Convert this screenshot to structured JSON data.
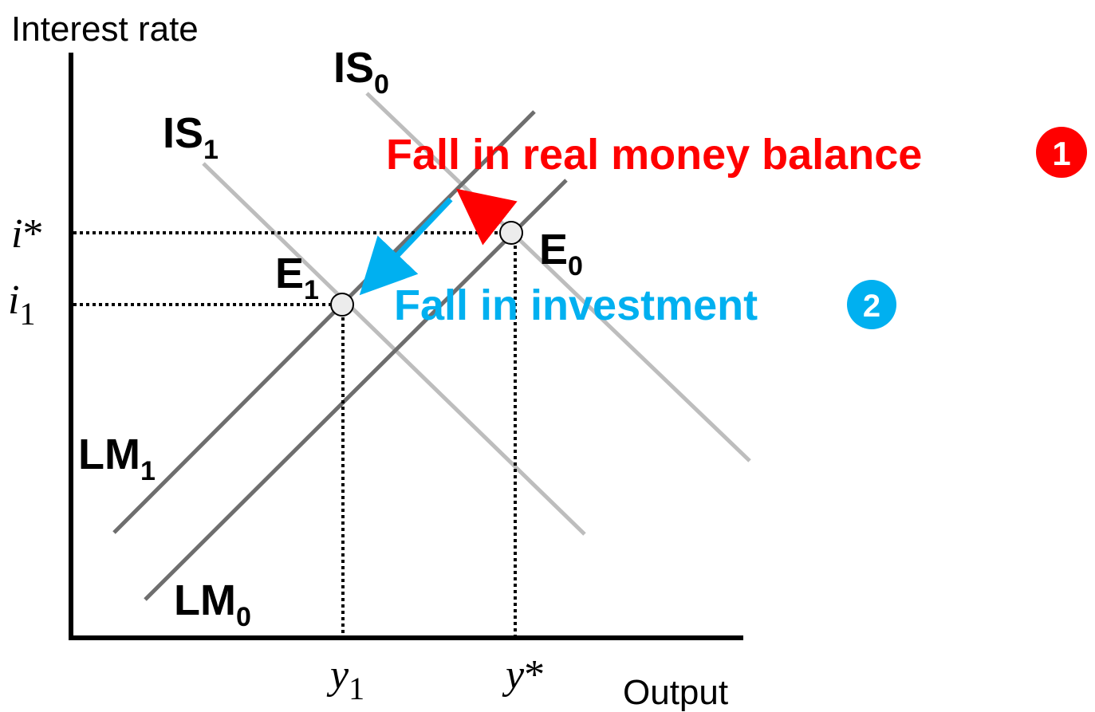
{
  "axes": {
    "y_label": "Interest rate",
    "x_label": "Output"
  },
  "curves": {
    "is0": {
      "base": "IS",
      "sub": "0"
    },
    "is1": {
      "base": "IS",
      "sub": "1"
    },
    "lm0": {
      "base": "LM",
      "sub": "0"
    },
    "lm1": {
      "base": "LM",
      "sub": "1"
    }
  },
  "equilibria": {
    "e0": {
      "base": "E",
      "sub": "0"
    },
    "e1": {
      "base": "E",
      "sub": "1"
    }
  },
  "ticks": {
    "i_star": {
      "base": "i",
      "sup": "*"
    },
    "i_1": {
      "base": "i",
      "sub": "1"
    },
    "y_1": {
      "base": "y",
      "sub": "1"
    },
    "y_star": {
      "base": "y",
      "sup": "*"
    }
  },
  "annotations": {
    "step1": {
      "text": "Fall in real money balance",
      "badge": "1",
      "color": "#ff0000"
    },
    "step2": {
      "text": "Fall in investment",
      "badge": "2",
      "color": "#00b0f0"
    }
  },
  "colors": {
    "axis": "#000000",
    "lm_line": "#6e6e6e",
    "is_line": "#bdbdbd",
    "point_fill": "#ececec"
  }
}
